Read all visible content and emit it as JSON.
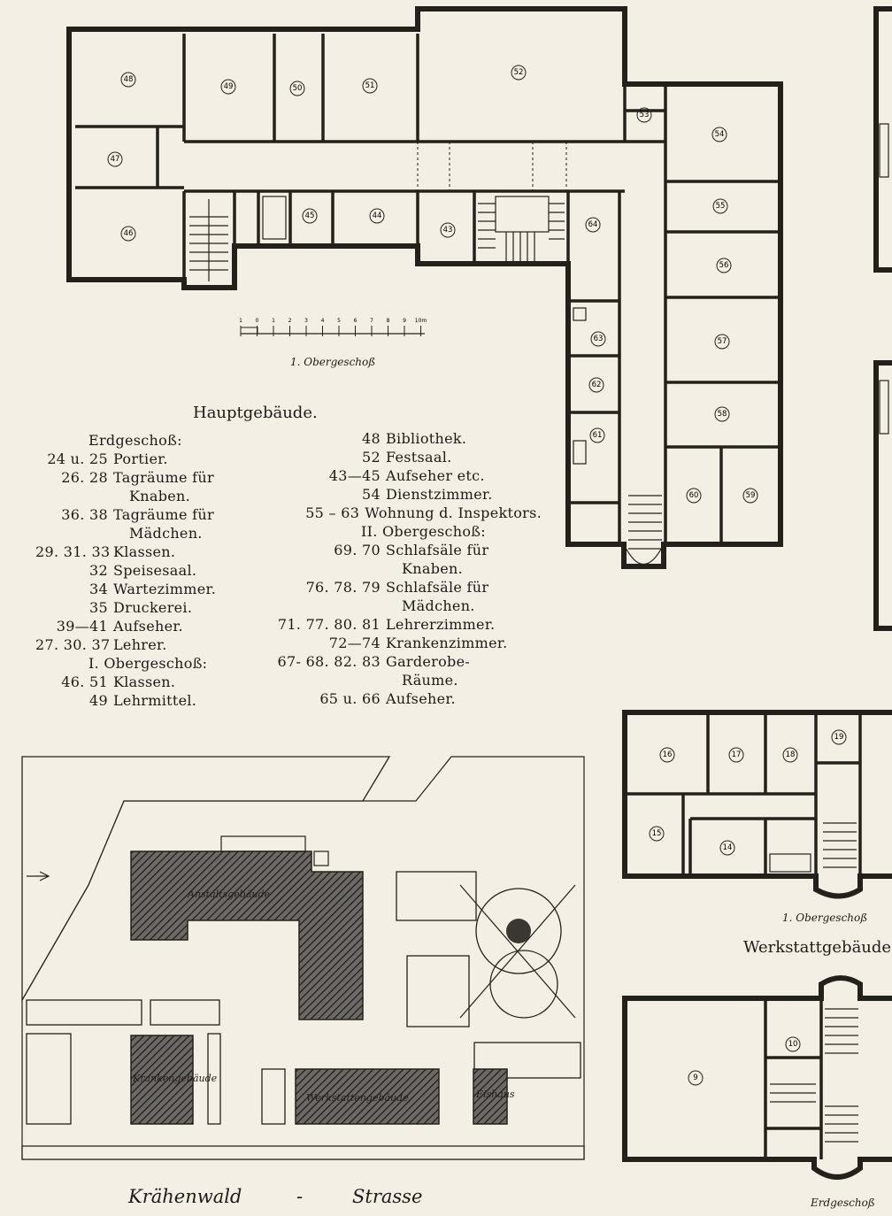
{
  "main_building": {
    "title": "Hauptgebäude.",
    "floor_caption": "1. Obergeschoß",
    "scale_labels": [
      "1",
      "0",
      "1",
      "2",
      "3",
      "4",
      "5",
      "6",
      "7",
      "8",
      "9",
      "10m"
    ],
    "room_numbers": [
      "48",
      "49",
      "50",
      "51",
      "52",
      "47",
      "53",
      "54",
      "46",
      "45",
      "44",
      "43",
      "64",
      "55",
      "56",
      "63",
      "57",
      "62",
      "58",
      "61",
      "60",
      "59"
    ],
    "legend_left": [
      {
        "num": "",
        "text": "Erdgeschoß:"
      },
      {
        "num": "24 u. 25",
        "text": "Portier."
      },
      {
        "num": "26. 28",
        "text": "Tagräume für"
      },
      {
        "num": "",
        "text": "Knaben."
      },
      {
        "num": "36. 38",
        "text": "Tagräume für"
      },
      {
        "num": "",
        "text": "Mädchen."
      },
      {
        "num": "29. 31. 33",
        "text": "Klassen."
      },
      {
        "num": "32",
        "text": "Speisesaal."
      },
      {
        "num": "34",
        "text": "Wartezimmer."
      },
      {
        "num": "35",
        "text": "Druckerei."
      },
      {
        "num": "39—41",
        "text": "Aufseher."
      },
      {
        "num": "27. 30. 37",
        "text": "Lehrer."
      },
      {
        "num": "",
        "text": "I. Obergeschoß:"
      },
      {
        "num": "46. 51",
        "text": "Klassen."
      },
      {
        "num": "49",
        "text": "Lehrmittel."
      }
    ],
    "legend_right": [
      {
        "num": "48",
        "text": "Bibliothek."
      },
      {
        "num": "52",
        "text": "Festsaal."
      },
      {
        "num": "43—45",
        "text": "Aufseher etc."
      },
      {
        "num": "54",
        "text": "Dienstzimmer."
      },
      {
        "num": "55 – 63",
        "text": "Wohnung d. Inspektors."
      },
      {
        "num": "",
        "text": "II. Obergeschoß:"
      },
      {
        "num": "69. 70",
        "text": "Schlafsäle für"
      },
      {
        "num": "",
        "text": "Knaben."
      },
      {
        "num": "76. 78. 79",
        "text": "Schlafsäle für"
      },
      {
        "num": "",
        "text": "Mädchen."
      },
      {
        "num": "71. 77. 80. 81",
        "text": "Lehrerzimmer."
      },
      {
        "num": "72—74",
        "text": "Krankenzimmer."
      },
      {
        "num": "67- 68. 82. 83",
        "text": "Garderobe-"
      },
      {
        "num": "",
        "text": "Räume."
      },
      {
        "num": "65 u. 66",
        "text": "Aufseher."
      }
    ]
  },
  "site_plan": {
    "main_label": "Anstaltsgebäude",
    "side_label": "Krankengebäude",
    "workshop_label": "Werkstattengebäude",
    "shed_label": "Eishaus",
    "street_left": "Krähenwald",
    "street_dash": "-",
    "street_right": "Strasse"
  },
  "workshop_building": {
    "title": "Werkstattgebäude.",
    "upper_caption": "1. Obergeschoß",
    "ground_caption": "Erdgeschoß",
    "upper_room_numbers": [
      "16",
      "17",
      "18",
      "19",
      "15",
      "14"
    ],
    "ground_room_numbers": [
      "9",
      "10"
    ]
  }
}
